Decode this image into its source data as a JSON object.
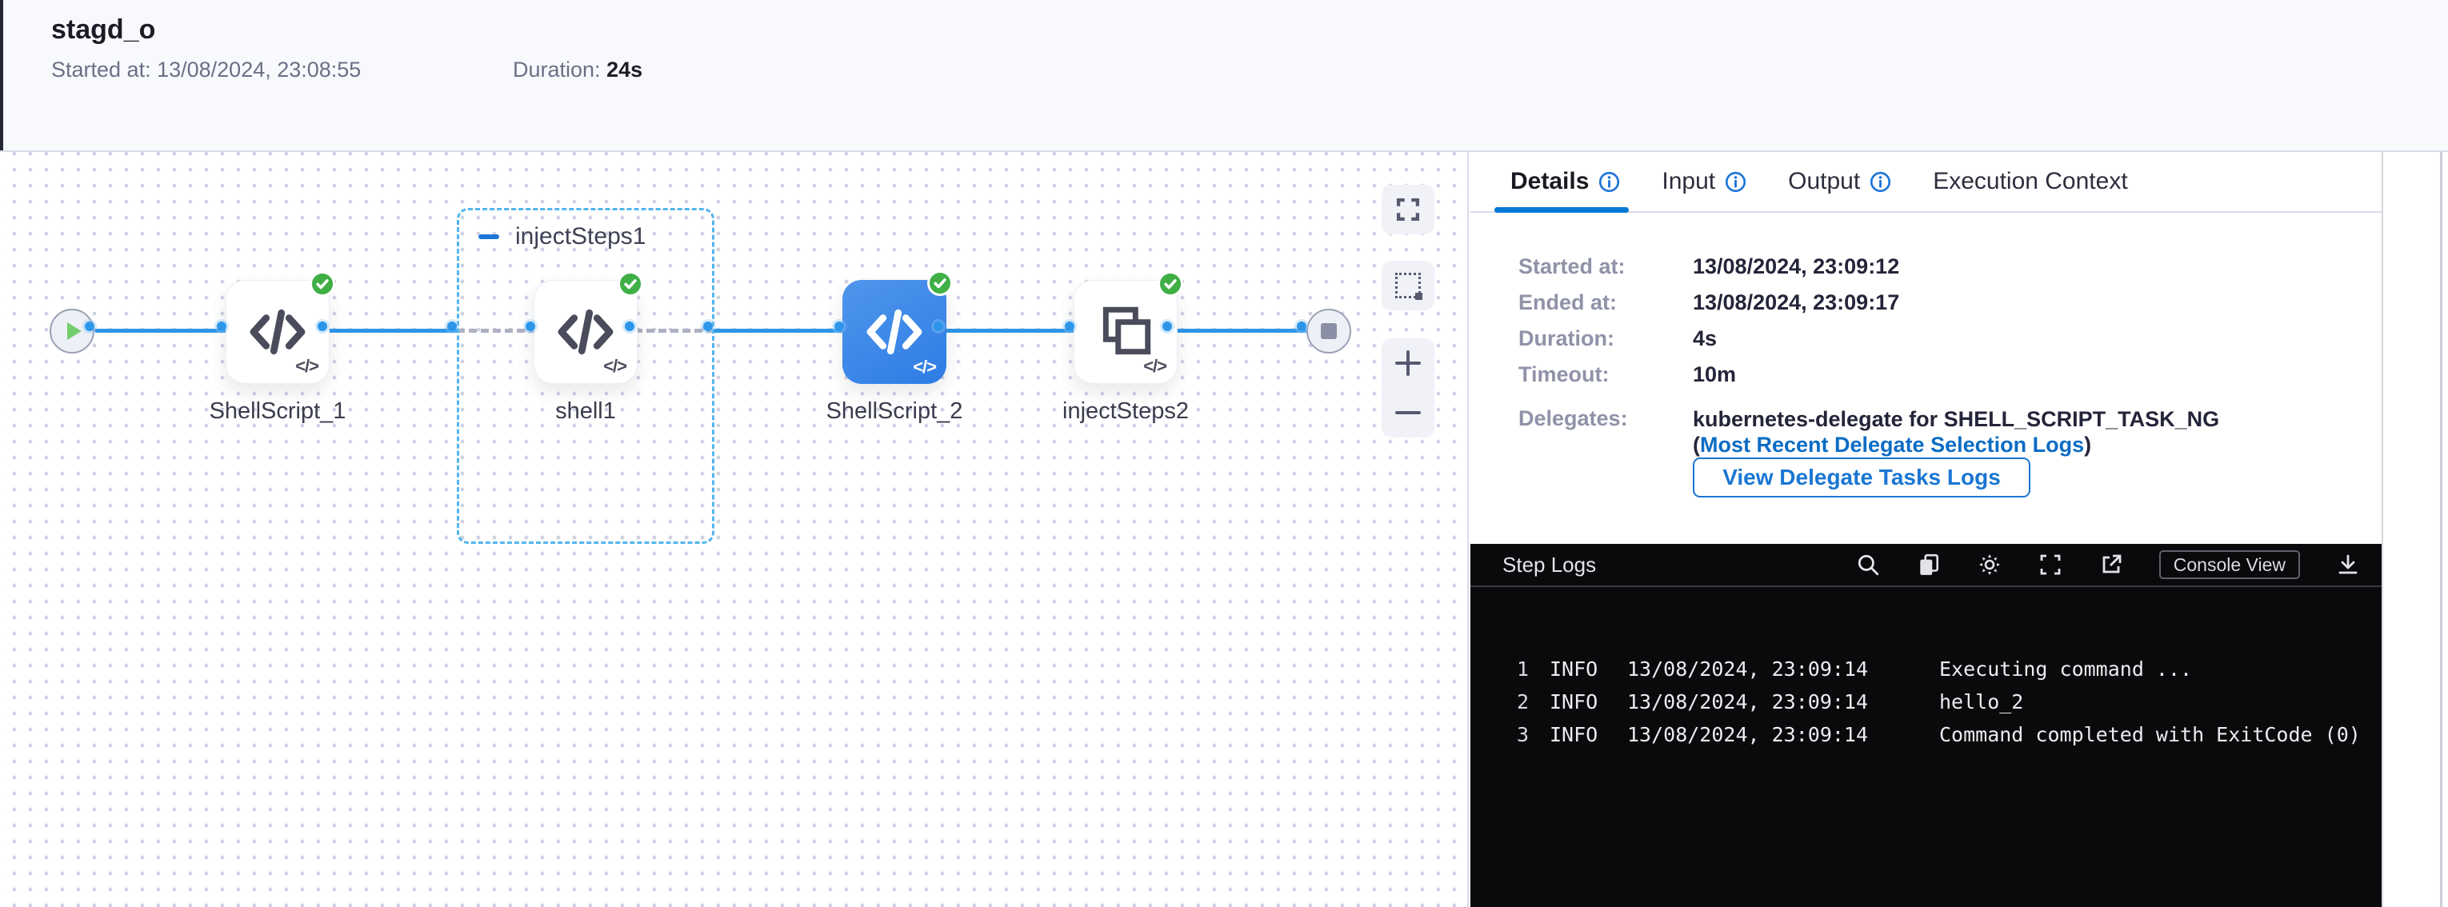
{
  "colors": {
    "accent_blue": "#0278d5",
    "line_blue": "#2e96ea",
    "success_green": "#3faf46",
    "link_blue": "#0b6cc4",
    "selected_node_blue": "#2e7ce4",
    "log_bg": "#0a0a0c",
    "header_bg": "#f8f9fd"
  },
  "glyphs": {
    "mini_code": "</>"
  },
  "header": {
    "title": "stagd_o",
    "started_label": "Started at:",
    "started_value": "13/08/2024, 23:08:55",
    "duration_label": "Duration:",
    "duration_value": "24s"
  },
  "canvas": {
    "group": {
      "label": "injectSteps1"
    },
    "nodes": [
      {
        "label": "ShellScript_1",
        "icon": "shell-script",
        "status": "success",
        "selected": false
      },
      {
        "label": "shell1",
        "icon": "shell-script",
        "status": "success",
        "selected": false
      },
      {
        "label": "ShellScript_2",
        "icon": "shell-script",
        "status": "success",
        "selected": true
      },
      {
        "label": "injectSteps2",
        "icon": "inject-steps",
        "status": "success",
        "selected": false
      }
    ]
  },
  "panel": {
    "tabs": [
      {
        "label": "Details",
        "info": true,
        "active": true
      },
      {
        "label": "Input",
        "info": true,
        "active": false
      },
      {
        "label": "Output",
        "info": true,
        "active": false
      },
      {
        "label": "Execution Context",
        "info": false,
        "active": false
      }
    ],
    "details": {
      "rows": [
        {
          "label": "Started at:",
          "value": "13/08/2024, 23:09:12"
        },
        {
          "label": "Ended at:",
          "value": "13/08/2024, 23:09:17"
        },
        {
          "label": "Duration:",
          "value": "4s"
        },
        {
          "label": "Timeout:",
          "value": "10m"
        }
      ],
      "delegates_label": "Delegates:",
      "delegates_text": "kubernetes-delegate for SHELL_SCRIPT_TASK_NG (",
      "delegates_link": "Most Recent Delegate Selection Logs",
      "delegates_suffix": ")",
      "view_logs_button": "View Delegate Tasks Logs"
    },
    "logs": {
      "title": "Step Logs",
      "console_view_label": "Console View",
      "lines": [
        {
          "num": "1",
          "level": "INFO",
          "time": "13/08/2024, 23:09:14",
          "message": "Executing command ..."
        },
        {
          "num": "2",
          "level": "INFO",
          "time": "13/08/2024, 23:09:14",
          "message": "hello_2"
        },
        {
          "num": "3",
          "level": "INFO",
          "time": "13/08/2024, 23:09:14",
          "message": "Command completed with ExitCode (0)"
        }
      ]
    }
  }
}
